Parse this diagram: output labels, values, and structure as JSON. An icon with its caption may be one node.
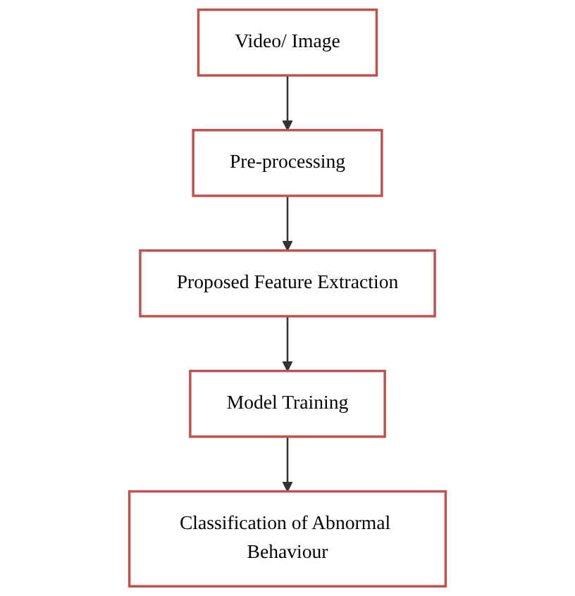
{
  "diagram": {
    "nodes": [
      {
        "text": [
          "Video/ Image"
        ]
      },
      {
        "text": [
          "Pre-processing"
        ]
      },
      {
        "text": [
          "Proposed Feature Extraction"
        ]
      },
      {
        "text": [
          "Model Training"
        ]
      },
      {
        "text": [
          "Classification of Abnormal Behaviour"
        ]
      }
    ],
    "edges": [
      {
        "from": 0,
        "to": 1,
        "arrow": "to"
      },
      {
        "from": 1,
        "to": 2,
        "arrow": "to"
      },
      {
        "from": 2,
        "to": 3,
        "arrow": "to"
      },
      {
        "from": 3,
        "to": 4,
        "arrow": "to"
      }
    ]
  }
}
